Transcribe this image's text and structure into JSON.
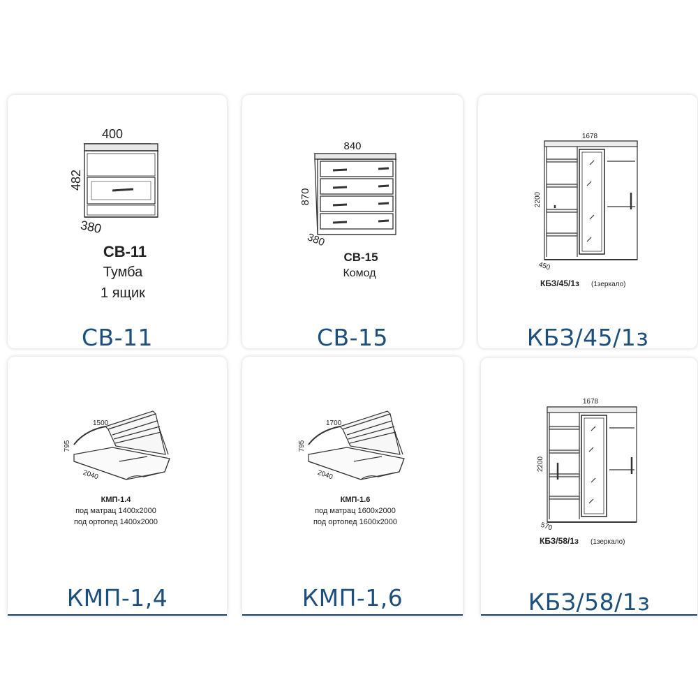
{
  "products": [
    {
      "caption": "СВ-11",
      "drawing": {
        "dims": [
          "400",
          "482",
          "380"
        ],
        "code": "СВ-11",
        "lines": [
          "Тумба",
          "1 ящик"
        ]
      }
    },
    {
      "caption": "СВ-15",
      "drawing": {
        "dims": [
          "840",
          "870",
          "380"
        ],
        "code": "СВ-15",
        "lines": [
          "Комод"
        ]
      }
    },
    {
      "caption": "КБЗ/45/1з",
      "drawing": {
        "dims": [
          "1678",
          "2200",
          "450"
        ],
        "code": "КБЗ/45/1з",
        "note": "(1зеркало)"
      }
    },
    {
      "caption": "КМП-1,4",
      "drawing": {
        "dims": [
          "1500",
          "795",
          "2040"
        ],
        "code": "КМП-1.4",
        "lines": [
          "под матрац 1400х2000",
          "под ортопед 1400х2000"
        ]
      }
    },
    {
      "caption": "КМП-1,6",
      "drawing": {
        "dims": [
          "1700",
          "795",
          "2040"
        ],
        "code": "КМП-1.6",
        "lines": [
          "под матрац 1600х2000",
          "под ортопед 1600х2000"
        ]
      }
    },
    {
      "caption": "КБЗ/58/1з",
      "drawing": {
        "dims": [
          "1678",
          "2200",
          "570"
        ],
        "code": "КБЗ/58/1з",
        "note": "(1зеркало)"
      }
    }
  ]
}
